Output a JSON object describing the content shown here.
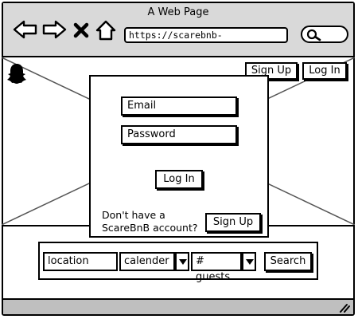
{
  "browser": {
    "title": "A Web Page",
    "url": "https://scarebnb-",
    "icons": [
      "back-arrow-icon",
      "forward-arrow-icon",
      "close-x-icon",
      "home-icon",
      "search-icon"
    ]
  },
  "header": {
    "logo_icon": "snapchat-ghost-icon",
    "signup_label": "Sign Up",
    "login_label": "Log In"
  },
  "login_modal": {
    "email_placeholder": "Email",
    "password_placeholder": "Password",
    "login_label": "Log In",
    "prompt_line1": "Don't have a",
    "prompt_line2": "ScareBnB account?",
    "signup_label": "Sign Up"
  },
  "search": {
    "location_placeholder": "location",
    "calendar_label": "calender",
    "guests_label": "# guests",
    "search_label": "Search"
  }
}
